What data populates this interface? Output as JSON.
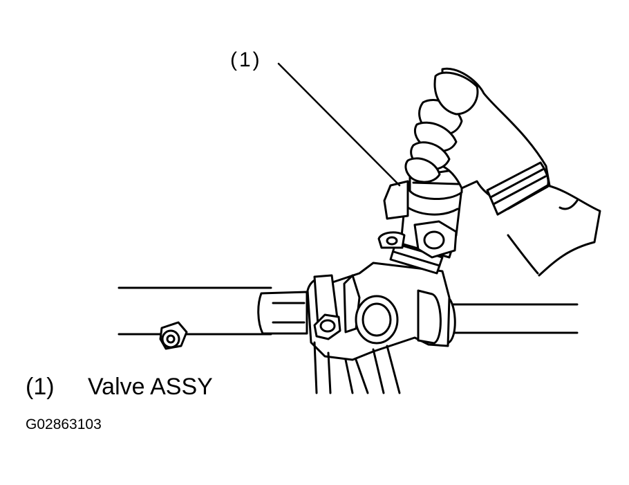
{
  "callout": {
    "number": "(1)"
  },
  "legend": [
    {
      "number": "(1)",
      "label": "Valve ASSY"
    }
  ],
  "figure_id": "G02863103",
  "icons": [
    "hand",
    "valve-assembly",
    "steering-gear-box"
  ]
}
